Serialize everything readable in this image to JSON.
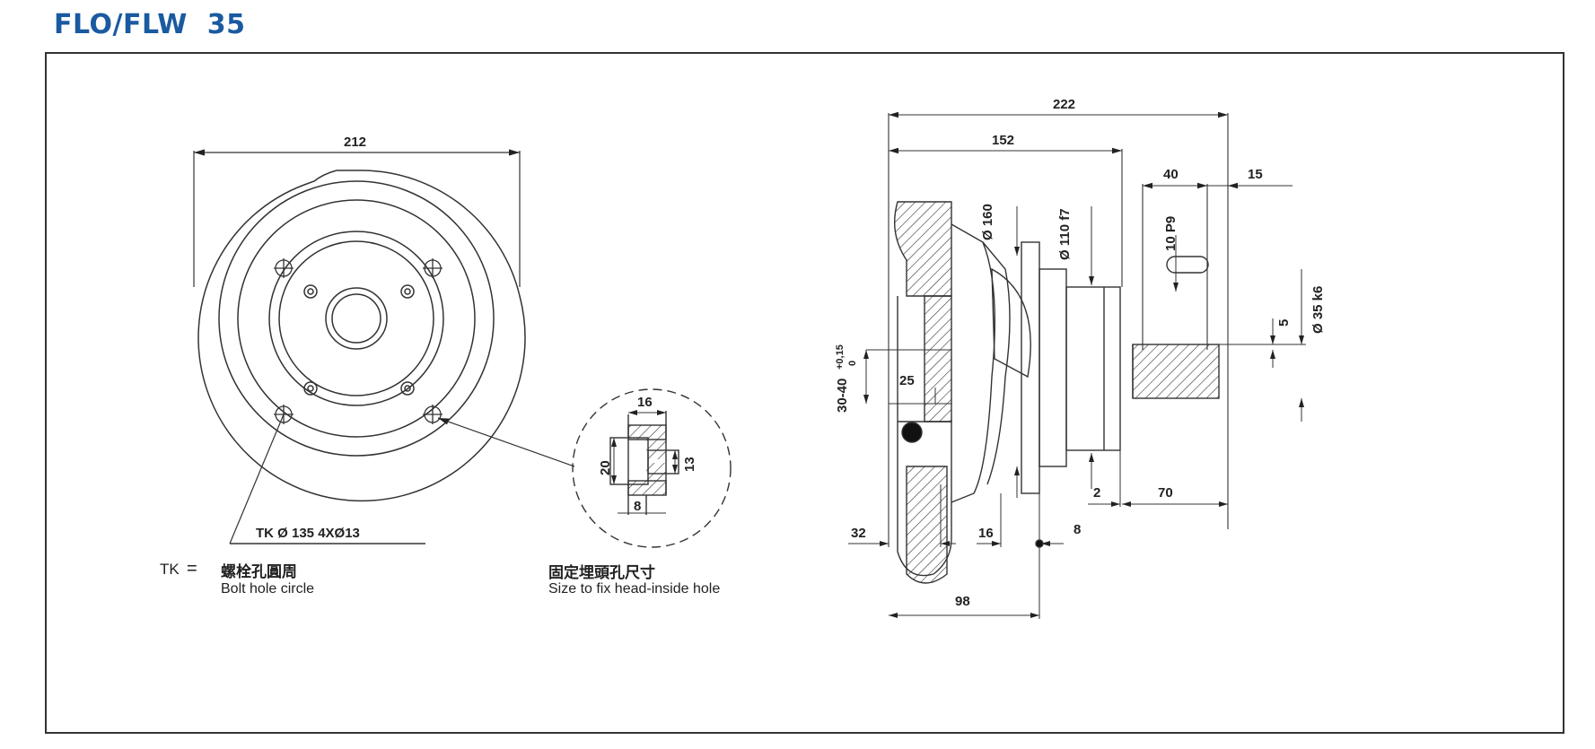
{
  "title": "FLO/FLW  35",
  "front_view": {
    "overall_diameter": "212",
    "bolt_circle_callout": "TK Ø 135 4XØ13",
    "legend": {
      "abbrev": "TK",
      "equals": "=",
      "chinese": "螺栓孔圓周",
      "english": "Bolt hole circle"
    }
  },
  "detail_view": {
    "counterbore_diameter": "16",
    "depth_20": "20",
    "hole_13": "13",
    "width_8": "8",
    "caption": {
      "chinese": "固定埋頭孔尺寸",
      "english": "Size to fix head-inside hole"
    }
  },
  "side_view": {
    "overall_length": "222",
    "body_length": "152",
    "key_length": "40",
    "key_offset": "15",
    "key_width": "10 P9",
    "dia_160": "Ø 160",
    "dia_110": "Ø 110 f7",
    "shaft_dia": "Ø 35 k6",
    "key_depth": "5",
    "bore_range": "30-40",
    "bore_tol_upper": "+0,15",
    "bore_tol_lower": "0",
    "bore_25": "25",
    "dim_32": "32",
    "dim_16": "16",
    "dim_8": "8",
    "dim_2": "2",
    "dim_70": "70",
    "dim_98": "98"
  }
}
